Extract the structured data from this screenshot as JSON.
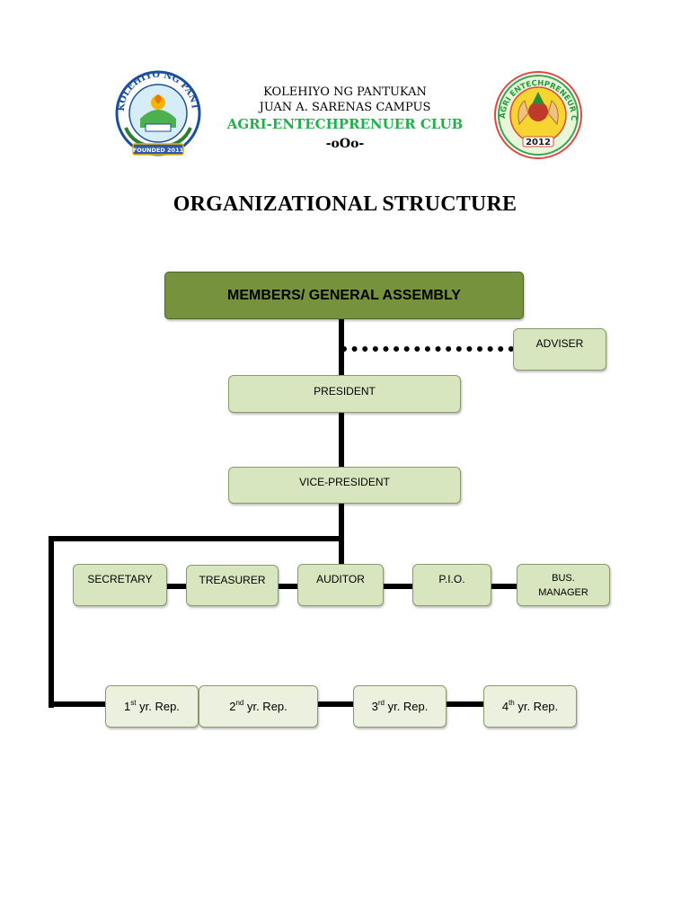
{
  "header": {
    "school": "KOLEHIYO NG PANTUKAN",
    "campus": "JUAN A. SARENAS CAMPUS",
    "club": "AGRI-ENTECHPRENUER CLUB",
    "divider": "-oOo-"
  },
  "logos": {
    "left": {
      "ring_text": "KOLEHIYO NG PANTUKAN",
      "ribbon": "FOUNDED 2011"
    },
    "right": {
      "ring_text": "AGRI ENTECHPRENEUR CLUB",
      "year": "2012"
    }
  },
  "title": "ORGANIZATIONAL STRUCTURE",
  "chart": {
    "top": "MEMBERS/ GENERAL ASSEMBLY",
    "adviser": "ADVISER",
    "president": "PRESIDENT",
    "vice_president": "VICE-PRESIDENT",
    "officers": {
      "secretary": "SECRETARY",
      "treasurer": "TREASURER",
      "auditor": "AUDITOR",
      "pio": "P.I.O.",
      "bus_manager_1": "BUS.",
      "bus_manager_2": "MANAGER"
    },
    "reps": [
      {
        "num": "1",
        "sup": "st",
        "text": " yr. Rep."
      },
      {
        "num": "2",
        "sup": "nd",
        "text": " yr. Rep."
      },
      {
        "num": "3",
        "sup": "rd",
        "text": " yr. Rep."
      },
      {
        "num": "4",
        "sup": "th",
        "text": " yr. Rep."
      }
    ]
  },
  "colors": {
    "top_box": "#76923c",
    "officer_box": "#d8e6bf",
    "rep_box": "#ebf1de",
    "club_text": "#1db34a"
  }
}
